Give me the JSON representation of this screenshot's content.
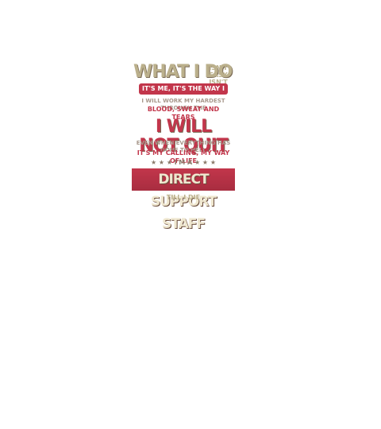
{
  "colors": {
    "cream": "#bbb08c",
    "red": "#c2364b",
    "brown": "#7a6a55",
    "background": "#ffffff"
  },
  "design": {
    "headline": "WHAT I DO",
    "stack_line1": "ISN'T EASY",
    "stack_line2": "ISN'T SAFE",
    "pill": "IT'S ME, IT'S THE WAY I AM",
    "work_line": "I WILL WORK MY HARDEST THROUGH THE",
    "blood_line": "BLOOD, SWEAT AND TEARS",
    "will_not": "I WILL NOT QUIT",
    "even_line": "EVEN WHEN EVERYTHING HAS GONE TO HELL",
    "calling_line": "IT'S MY CALLING, MY WAY OF LIFE",
    "im_a": "★ ★ ★  I'M A  ★ ★ ★",
    "job_title": "DIRECT SUPPORT STAFF",
    "till": "TILL I DIE"
  }
}
